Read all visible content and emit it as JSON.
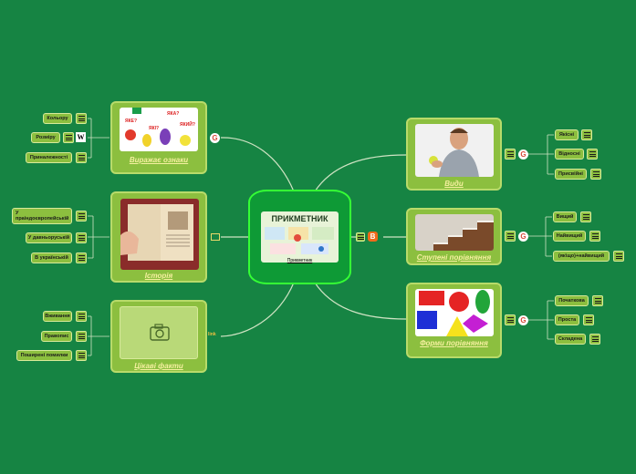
{
  "center": {
    "title_image_text": "ПРИКМЕТНИК",
    "label": "Прикметник"
  },
  "branches": {
    "vyrazhayut": {
      "label": "Виражає ознаки",
      "image_words": [
        "ЯКЕ?",
        "ЯКІ?",
        "ЯКА?",
        "ЯКИЙ?"
      ]
    },
    "istoriya": {
      "label": "Історія"
    },
    "tsikavi": {
      "label": "Цікаві факти",
      "ext_label": "link"
    },
    "vydy": {
      "label": "Види"
    },
    "stupeni": {
      "label": "Ступені порівняння"
    },
    "formy": {
      "label": "Форми порівняння"
    }
  },
  "leaves": {
    "vyrazhayut": [
      "Кольору",
      "Розміру",
      "Приналежності"
    ],
    "istoriya": [
      "У праіндоєвропейській",
      "У давньоруській",
      "В українській"
    ],
    "tsikavi": [
      "Вживання",
      "Правопис",
      "Поширені помилки"
    ],
    "vydy": [
      "Якісні",
      "Відносні",
      "Присвійні"
    ],
    "stupeni": [
      "Вищий",
      "Найвищий",
      "(як\\що)+найвищий"
    ],
    "formy": [
      "Початкова",
      "Проста",
      "Складена"
    ]
  },
  "colors": {
    "background": "#168443",
    "node": "#8cbf3f",
    "center": "#0e9a36",
    "center_border": "#35ff35",
    "link": "#cfe3c3"
  }
}
